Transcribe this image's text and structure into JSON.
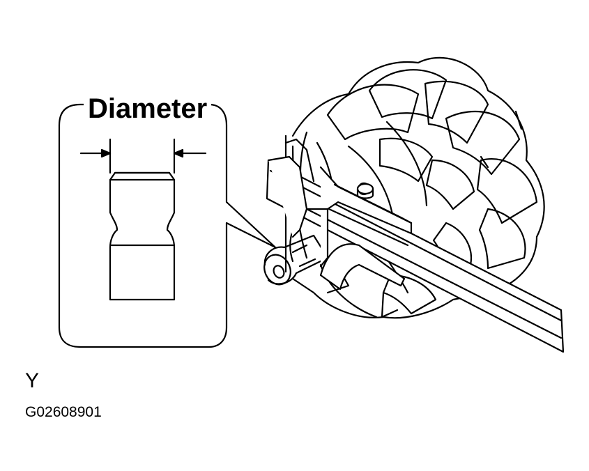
{
  "figure": {
    "callout_label": "Diameter",
    "view_marker": "Y",
    "figure_code": "G02608901"
  },
  "colors": {
    "line": "#000000",
    "background": "#ffffff"
  }
}
